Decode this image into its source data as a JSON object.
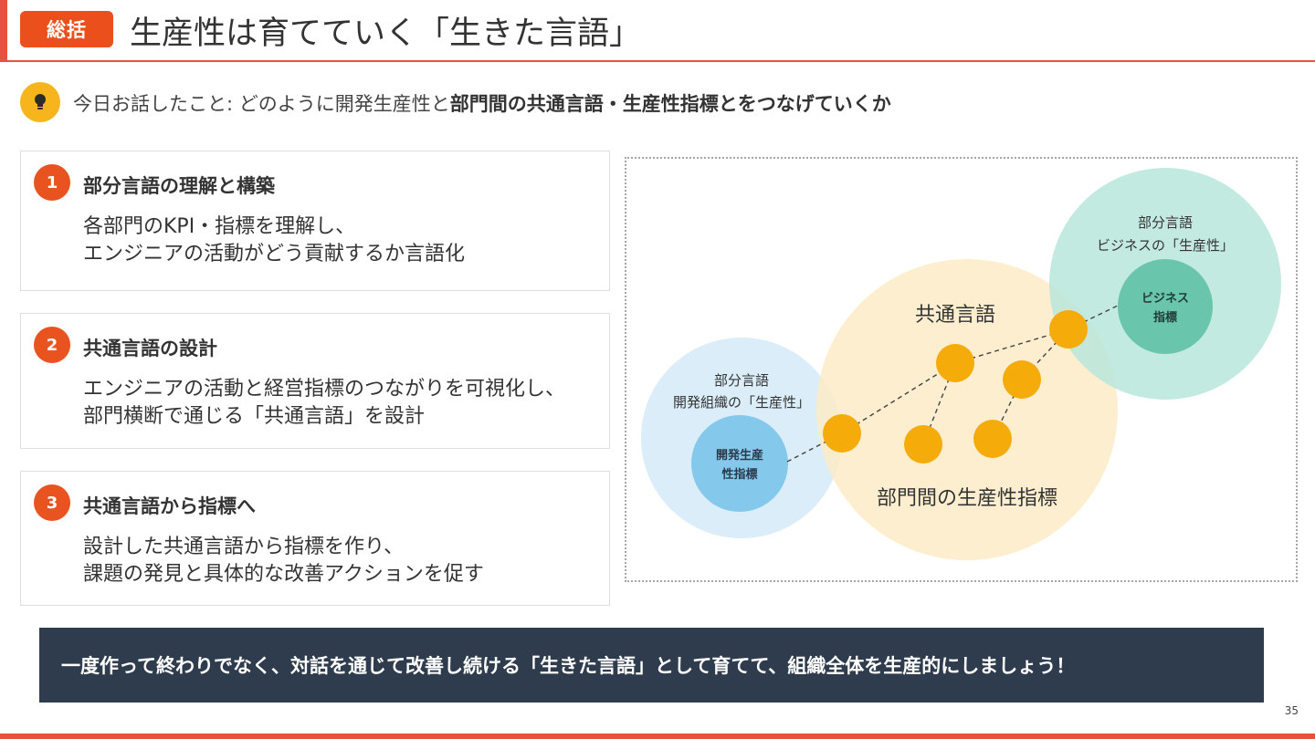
{
  "header": {
    "badge": "総括",
    "title": "生産性は育てていく「生きた言語」"
  },
  "summary": {
    "icon": "lightbulb-icon",
    "prefix": "今日お話したこと: どのように開発生産性と",
    "emphasis": "部門間の共通言語・生産性指標とをつなげていくか"
  },
  "cards": [
    {
      "number": "1",
      "title": "部分言語の理解と構築",
      "line1": "各部門のKPI・指標を理解し、",
      "line2": "エンジニアの活動がどう貢献するか言語化"
    },
    {
      "number": "2",
      "title": "共通言語の設計",
      "line1": "エンジニアの活動と経営指標のつながりを可視化し、",
      "line2": "部門横断で通じる「共通言語」を設計"
    },
    {
      "number": "3",
      "title": "共通言語から指標へ",
      "line1": "設計した共通言語から指標を作り、",
      "line2": "課題の発見と具体的な改善アクションを促す"
    }
  ],
  "diagram": {
    "dev_circle_line1": "部分言語",
    "dev_circle_line2": "開発組織の「生産性」",
    "dev_metric_line1": "開発生産",
    "dev_metric_line2": "性指標",
    "common_label": "共通言語",
    "common_metric_label": "部門間の生産性指標",
    "biz_circle_line1": "部分言語",
    "biz_circle_line2": "ビジネスの「生産性」",
    "biz_metric_line1": "ビジネス",
    "biz_metric_line2": "指標",
    "colors": {
      "dev_outer": "#d6ebf8",
      "dev_inner": "#84c9ec",
      "common": "#fdebc7",
      "biz_outer": "#b8e6da",
      "biz_inner": "#6ac5ad",
      "node": "#f5ab0a"
    }
  },
  "banner": {
    "text": "一度作って終わりでなく、対話を通じて改善し続ける「生きた言語」として育てて、組織全体を生産的にしましょう！"
  },
  "page_number": "35"
}
